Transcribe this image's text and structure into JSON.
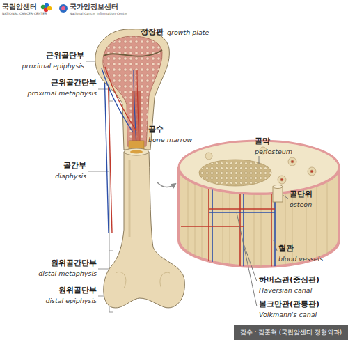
{
  "diagram": {
    "caption": "감수 : 김준혁 (국립암센터 정형외과)",
    "labels": [
      "국립암센터",
      "NATIONAL CANCER CENTER",
      "국가암정보센터",
      "National Cancer Information Center",
      "성장판",
      "growth plate",
      "근위골단부",
      "proximal epiphysis",
      "근위골간단부",
      "proximal metaphysis",
      "골수",
      "bone marrow",
      "골간부",
      "diaphysis",
      "골막",
      "periosteum",
      "골단위",
      "osteon",
      "혈관",
      "blood vessels",
      "하버스관(중심관)",
      "Haversian canal",
      "볼크만관(관통관)",
      "Volkmann's canal",
      "원위골간단부",
      "distal metaphysis",
      "원위골단부",
      "distal epiphysis"
    ]
  }
}
